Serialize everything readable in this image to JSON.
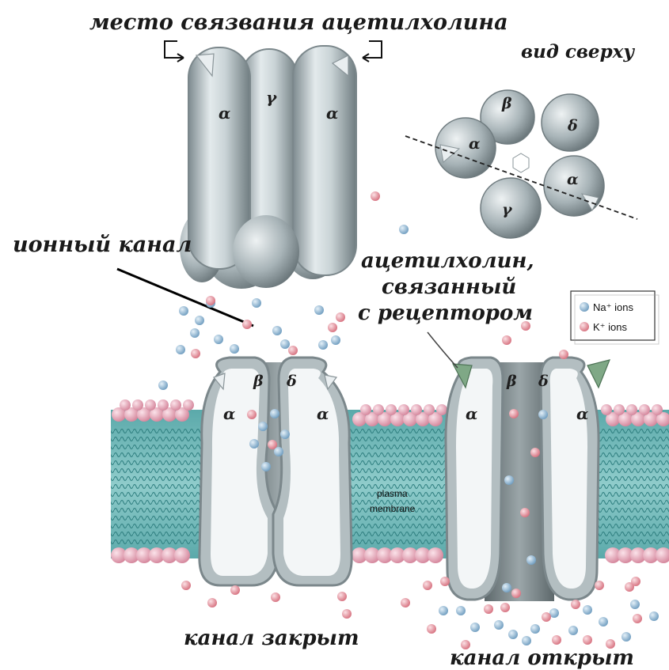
{
  "labels": {
    "binding_site": "место связвания ацетилхолина",
    "top_view": "вид сверху",
    "ion_channel": "ионный канал",
    "bound_line1": "ацетилхолин,",
    "bound_line2": "связанный",
    "bound_line3": "с рецептором",
    "closed": "канал закрыт",
    "open": "канал открыт",
    "membrane_line1": "plasma",
    "membrane_line2": "membrane"
  },
  "legend": {
    "na_label": "Na⁺ ions",
    "k_label": "K⁺ ions",
    "na_color": "#8fb8d4",
    "k_color": "#e6909a"
  },
  "subunits": {
    "alpha": "α",
    "beta": "β",
    "gamma": "γ",
    "delta": "δ"
  },
  "colors": {
    "protein_light": "#dfe7ea",
    "protein_mid": "#a9b6bb",
    "protein_dark": "#6f7c80",
    "membrane_teal": "#4aa6a6",
    "lipid_head": "#e8a7b8",
    "binding_wedge": "#7fa886"
  }
}
